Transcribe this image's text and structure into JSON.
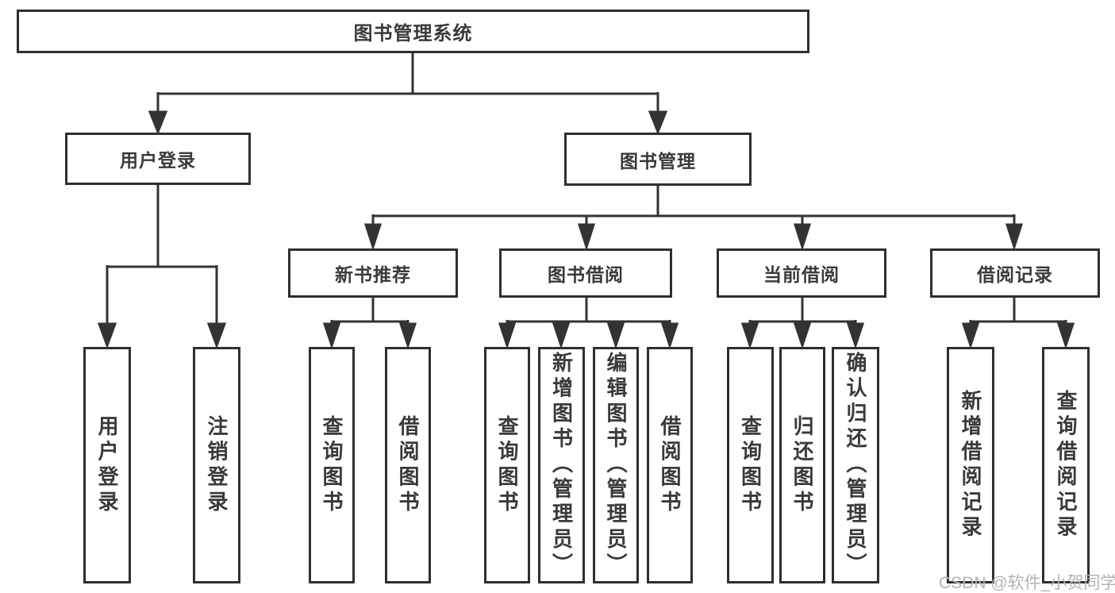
{
  "diagram": {
    "root": {
      "label": "图书管理系统"
    },
    "level2": [
      {
        "label": "用户登录"
      },
      {
        "label": "图书管理"
      }
    ],
    "level3": [
      {
        "label": "新书推荐"
      },
      {
        "label": "图书借阅"
      },
      {
        "label": "当前借阅"
      },
      {
        "label": "借阅记录"
      }
    ],
    "leaves": {
      "user_login": [
        "用户登录",
        "注销登录"
      ],
      "new_book": [
        "查询图书",
        "借阅图书"
      ],
      "book_borrow": [
        "查询图书",
        "新增图书（管理员）",
        "编辑图书（管理员）",
        "借阅图书"
      ],
      "current_borrow": [
        "查询图书",
        "归还图书",
        "确认归还（管理员）"
      ],
      "borrow_record": [
        "新增借阅记录",
        "查询借阅记录"
      ]
    }
  },
  "watermark": "CSDN @软件_小贺同学",
  "colors": {
    "line": "#333333",
    "border": "#2f2f2f",
    "text": "#3a3a3a",
    "watermark": "#b3b3b3",
    "background": "#ffffff"
  }
}
